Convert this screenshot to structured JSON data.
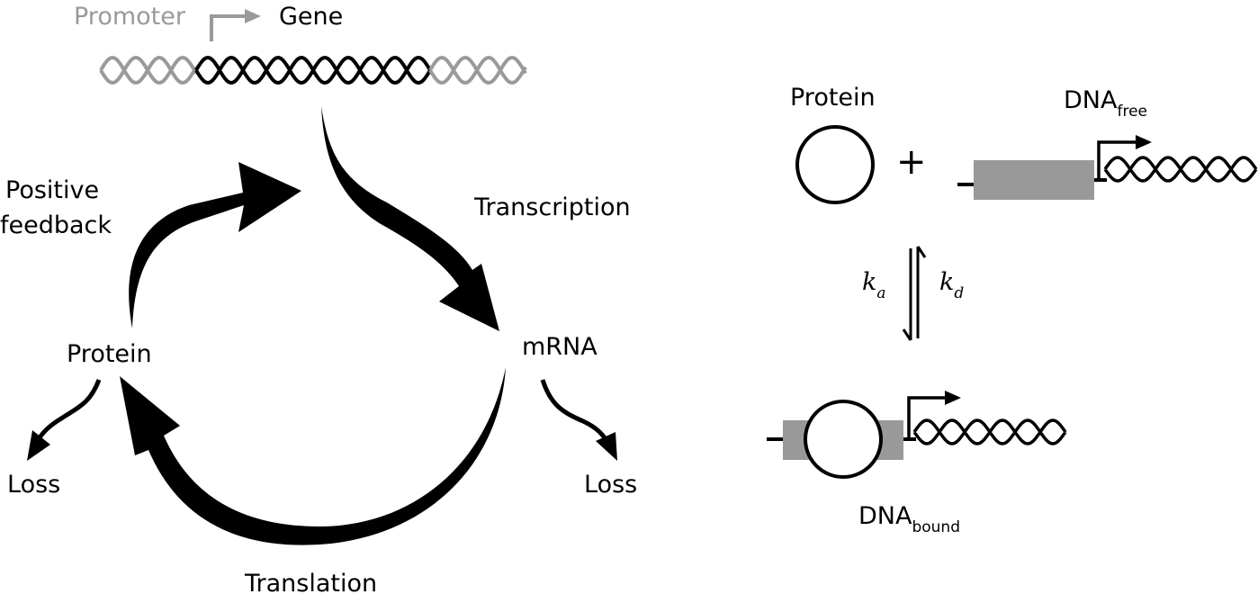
{
  "left": {
    "promoter_label": "Promoter",
    "gene_label": "Gene",
    "transcription_label": "Transcription",
    "mrna_label": "mRNA",
    "translation_label": "Translation",
    "protein_label": "Protein",
    "positive_feedback_line1": "Positive",
    "positive_feedback_line2": "feedback",
    "loss_protein_label": "Loss",
    "loss_mrna_label": "Loss"
  },
  "right": {
    "protein_label": "Protein",
    "plus": "+",
    "dna_free_main": "DNA",
    "dna_free_sub": "free",
    "ka_main": "k",
    "ka_sub": "a",
    "kd_main": "k",
    "kd_sub": "d",
    "dna_bound_main": "DNA",
    "dna_bound_sub": "bound"
  },
  "colors": {
    "ink": "#000000",
    "promoter_grey": "#9a9a9a",
    "binding_site_grey": "#999999"
  }
}
